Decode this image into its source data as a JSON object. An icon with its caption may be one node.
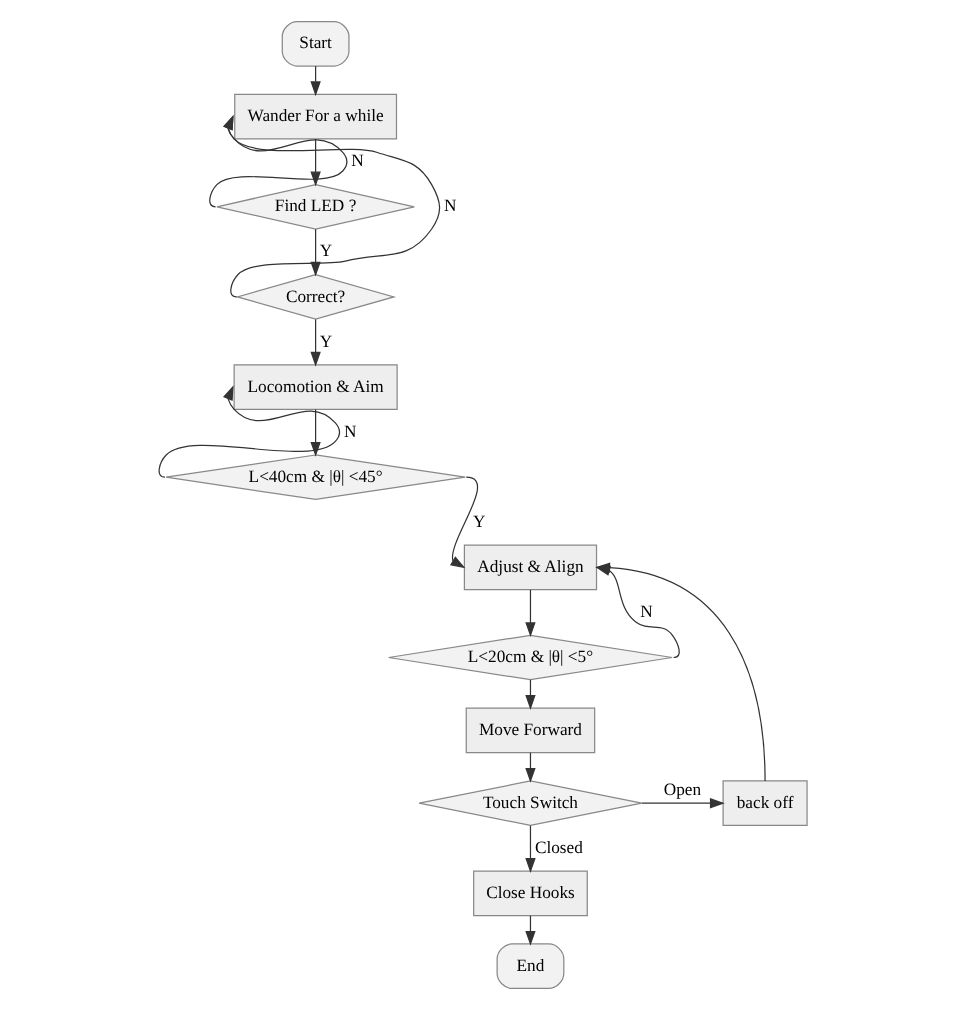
{
  "diagram": {
    "nodes": [
      {
        "text": [
          "Start"
        ]
      },
      {
        "text": [
          "Wander For a while"
        ]
      },
      {
        "text": [
          "Find LED ?"
        ]
      },
      {
        "text": [
          "Correct?"
        ]
      },
      {
        "text": [
          "Locomotion & Aim"
        ]
      },
      {
        "text": [
          "L<40cm & |θ| <45°"
        ]
      },
      {
        "text": [
          "Adjust & Align"
        ]
      },
      {
        "text": [
          "L<20cm & |θ| <5°"
        ]
      },
      {
        "text": [
          "Move Forward"
        ]
      },
      {
        "text": [
          "Touch Switch"
        ]
      },
      {
        "text": [
          "back off"
        ]
      },
      {
        "text": [
          "Close Hooks"
        ]
      },
      {
        "text": [
          "End"
        ]
      }
    ],
    "edges": [
      {
        "from": 0,
        "to": 1,
        "arrow": "to"
      },
      {
        "from": 1,
        "to": 2,
        "arrow": "to"
      },
      {
        "from": 2,
        "to": 1,
        "arrow": "to",
        "label": "N"
      },
      {
        "from": 2,
        "to": 3,
        "arrow": "to",
        "label": "Y"
      },
      {
        "from": 3,
        "to": 1,
        "arrow": "to",
        "label": "N"
      },
      {
        "from": 3,
        "to": 4,
        "arrow": "to",
        "label": "Y"
      },
      {
        "from": 4,
        "to": 5,
        "arrow": "to"
      },
      {
        "from": 5,
        "to": 4,
        "arrow": "to",
        "label": "N"
      },
      {
        "from": 5,
        "to": 6,
        "arrow": "to",
        "label": "Y"
      },
      {
        "from": 6,
        "to": 7,
        "arrow": "to"
      },
      {
        "from": 7,
        "to": 6,
        "arrow": "to",
        "label": "N"
      },
      {
        "from": 7,
        "to": 8,
        "arrow": "to"
      },
      {
        "from": 8,
        "to": 9,
        "arrow": "to"
      },
      {
        "from": 9,
        "to": 10,
        "arrow": "to",
        "label": "Open"
      },
      {
        "from": 10,
        "to": 6,
        "arrow": "to"
      },
      {
        "from": 9,
        "to": 11,
        "arrow": "to",
        "label": "Closed"
      },
      {
        "from": 11,
        "to": 12,
        "arrow": "to"
      }
    ]
  }
}
